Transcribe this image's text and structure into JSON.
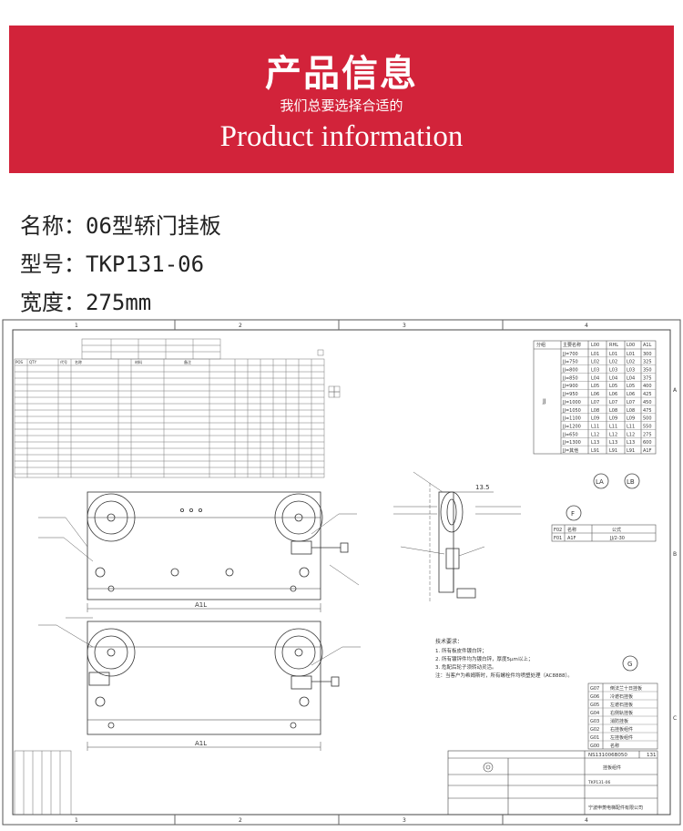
{
  "banner": {
    "title": "产品信息",
    "subtitle": "我们总要选择合适的",
    "english": "Product information"
  },
  "specs": [
    {
      "label": "名称：",
      "value": "06型轿门挂板"
    },
    {
      "label": "型号：",
      "value": "TKP131-06"
    },
    {
      "label": "宽度：",
      "value": "275mm"
    }
  ],
  "drawing": {
    "frame_numbers_top": [
      "1",
      "2",
      "3",
      "4"
    ],
    "frame_numbers_side": [
      "A",
      "B",
      "C"
    ],
    "size_table": {
      "headers": [
        "分组",
        "主要名称",
        "L00",
        "RHL",
        "L00",
        "A1L"
      ],
      "group": "JJ",
      "rows": [
        [
          "JJ=700",
          "L01",
          "L01",
          "L01",
          "300"
        ],
        [
          "JJ=750",
          "L02",
          "L02",
          "L02",
          "325"
        ],
        [
          "JJ=800",
          "L03",
          "L03",
          "L03",
          "350"
        ],
        [
          "JJ=850",
          "L04",
          "L04",
          "L04",
          "375"
        ],
        [
          "JJ=900",
          "L05",
          "L05",
          "L05",
          "400"
        ],
        [
          "JJ=950",
          "L06",
          "L06",
          "L06",
          "425"
        ],
        [
          "JJ=1000",
          "L07",
          "L07",
          "L07",
          "450"
        ],
        [
          "JJ=1050",
          "L08",
          "L08",
          "L08",
          "475"
        ],
        [
          "JJ=1100",
          "L09",
          "L09",
          "L09",
          "500"
        ],
        [
          "JJ=1200",
          "L11",
          "L11",
          "L11",
          "550"
        ],
        [
          "JJ=650",
          "L12",
          "L12",
          "L12",
          "275"
        ],
        [
          "JJ=1300",
          "L13",
          "L13",
          "L13",
          "600"
        ],
        [
          "JJ=其他",
          "L91",
          "L91",
          "L91",
          "A1F"
        ]
      ]
    },
    "circle_labels": {
      "la": "LA",
      "lb": "LB",
      "f": "F",
      "g": "G"
    },
    "f_table": {
      "rows": [
        [
          "F02",
          "名称",
          "",
          "公式"
        ],
        [
          "F01",
          "A1F",
          "",
          "JJ/2-30"
        ]
      ]
    },
    "dim_13_5": "13.5",
    "dim_a1l_1": "A1L",
    "dim_a1l_2": "A1L",
    "tech_notes": {
      "title": "技术要求：",
      "lines": [
        "1. 所有板皮件镀白锌；",
        "2. 所有镀锌件均为镀白锌，厚度5μm以上；",
        "3. 危配后轮子须转动灵活。",
        "注：当客户为希姆斯时，所有螺栓件均喷塑处理（AC8888）。"
      ]
    },
    "g_table": {
      "rows": [
        [
          "G07",
          "倒法兰十日挂板"
        ],
        [
          "G06",
          "冷遮石挂板"
        ],
        [
          "G05",
          "左遮石挂板"
        ],
        [
          "G04",
          "右侧轨挂板"
        ],
        [
          "G03",
          "消防挂板"
        ],
        [
          "G02",
          "右挂板组件"
        ],
        [
          "G01",
          "左挂板组件"
        ],
        [
          "G00",
          "名称"
        ]
      ]
    },
    "title_block": {
      "drawing_no": "NS131006B050",
      "sheet": "131",
      "name": "挂板组件",
      "model": "TKP131-06",
      "company": "宁波申菱电梯配件有限公司"
    },
    "parts_list_header": [
      "POS",
      "QTY",
      "代号",
      "名称",
      "材料",
      "备注"
    ]
  }
}
